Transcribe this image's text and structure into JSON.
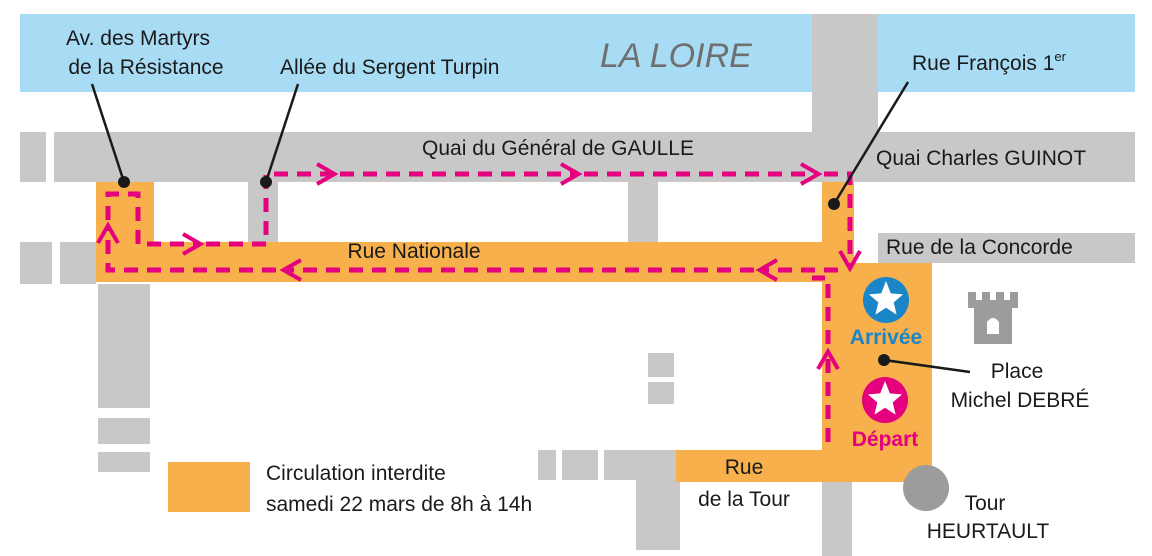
{
  "river": {
    "name": "LA LOIRE"
  },
  "streets": {
    "av_martyrs_line1": "Av. des Martyrs",
    "av_martyrs_line2": "de la Résistance",
    "allee_turpin": "Allée du Sergent Turpin",
    "quai_gaulle": "Quai du Général de GAULLE",
    "quai_guinot": "Quai Charles GUINOT",
    "rue_francois": "Rue François 1",
    "rue_francois_sup": "er",
    "rue_nationale": "Rue Nationale",
    "rue_concorde": "Rue de la Concorde",
    "rue_tour_line1": "Rue",
    "rue_tour_line2": "de la Tour"
  },
  "places": {
    "place_line1": "Place",
    "place_line2": "Michel DEBRÉ",
    "tour_line1": "Tour",
    "tour_line2": "HEURTAULT"
  },
  "markers": {
    "arrivee": "Arrivée",
    "depart": "Départ"
  },
  "legend": {
    "line1": "Circulation interdite",
    "line2": "samedi 22 mars de 8h à 14h"
  },
  "colors": {
    "river": "#a8dcf4",
    "street_gray": "#c8c8c8",
    "closed_orange": "#f8b04c",
    "route_magenta": "#e5007e",
    "arrivee_blue": "#1a86c8",
    "depart_magenta": "#e5007e",
    "castle_gray": "#9c9c9c"
  }
}
